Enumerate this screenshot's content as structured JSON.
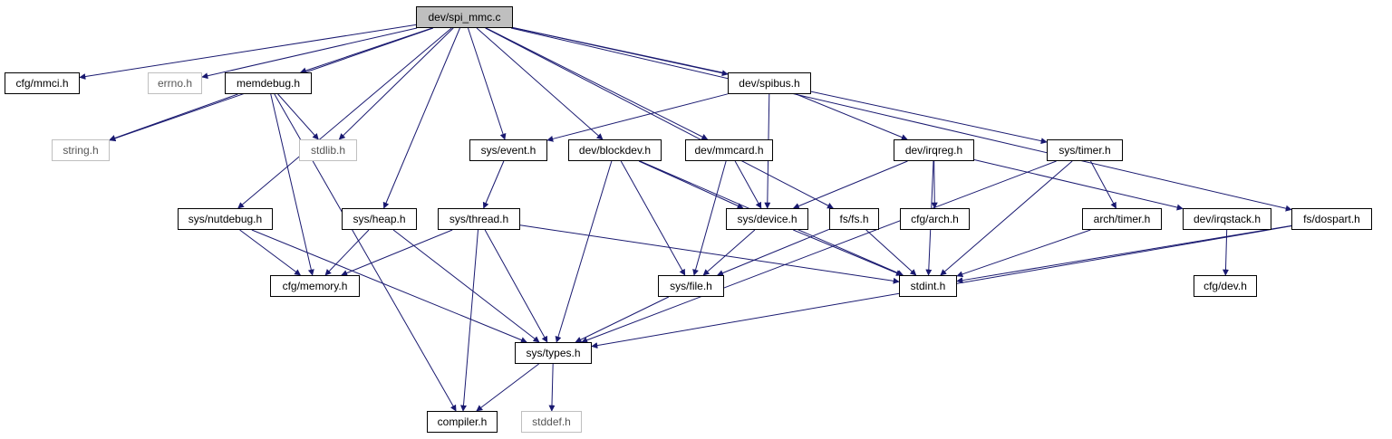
{
  "diagram": {
    "edge_color": "#191970",
    "root_fill": "#bfbfbf",
    "missing_border": "#bfbfbf",
    "nodes": [
      {
        "id": "spi_mmc",
        "label": "dev/spi_mmc.c",
        "kind": "root"
      },
      {
        "id": "cfg_mmci",
        "label": "cfg/mmci.h",
        "kind": "linked"
      },
      {
        "id": "errno",
        "label": "errno.h",
        "kind": "missing"
      },
      {
        "id": "memdebug",
        "label": "memdebug.h",
        "kind": "linked"
      },
      {
        "id": "string",
        "label": "string.h",
        "kind": "missing"
      },
      {
        "id": "stdlib",
        "label": "stdlib.h",
        "kind": "missing"
      },
      {
        "id": "sys_event",
        "label": "sys/event.h",
        "kind": "linked"
      },
      {
        "id": "dev_blockdev",
        "label": "dev/blockdev.h",
        "kind": "linked"
      },
      {
        "id": "dev_mmcard",
        "label": "dev/mmcard.h",
        "kind": "linked"
      },
      {
        "id": "dev_spibus",
        "label": "dev/spibus.h",
        "kind": "linked"
      },
      {
        "id": "dev_irqreg",
        "label": "dev/irqreg.h",
        "kind": "linked"
      },
      {
        "id": "sys_timer",
        "label": "sys/timer.h",
        "kind": "linked"
      },
      {
        "id": "sys_nutdebug",
        "label": "sys/nutdebug.h",
        "kind": "linked"
      },
      {
        "id": "sys_heap",
        "label": "sys/heap.h",
        "kind": "linked"
      },
      {
        "id": "sys_thread",
        "label": "sys/thread.h",
        "kind": "linked"
      },
      {
        "id": "sys_device",
        "label": "sys/device.h",
        "kind": "linked"
      },
      {
        "id": "fs_fs",
        "label": "fs/fs.h",
        "kind": "linked"
      },
      {
        "id": "cfg_arch",
        "label": "cfg/arch.h",
        "kind": "linked"
      },
      {
        "id": "arch_timer",
        "label": "arch/timer.h",
        "kind": "linked"
      },
      {
        "id": "dev_irqstack",
        "label": "dev/irqstack.h",
        "kind": "linked"
      },
      {
        "id": "fs_dospart",
        "label": "fs/dospart.h",
        "kind": "linked"
      },
      {
        "id": "cfg_memory",
        "label": "cfg/memory.h",
        "kind": "linked"
      },
      {
        "id": "sys_file",
        "label": "sys/file.h",
        "kind": "linked"
      },
      {
        "id": "stdint",
        "label": "stdint.h",
        "kind": "linked"
      },
      {
        "id": "cfg_dev",
        "label": "cfg/dev.h",
        "kind": "linked"
      },
      {
        "id": "sys_types",
        "label": "sys/types.h",
        "kind": "linked"
      },
      {
        "id": "compiler",
        "label": "compiler.h",
        "kind": "linked"
      },
      {
        "id": "stddef",
        "label": "stddef.h",
        "kind": "missing"
      }
    ],
    "edges": [
      [
        "spi_mmc",
        "cfg_mmci"
      ],
      [
        "spi_mmc",
        "errno"
      ],
      [
        "spi_mmc",
        "memdebug"
      ],
      [
        "spi_mmc",
        "string"
      ],
      [
        "spi_mmc",
        "stdlib"
      ],
      [
        "spi_mmc",
        "sys_event"
      ],
      [
        "spi_mmc",
        "dev_blockdev"
      ],
      [
        "spi_mmc",
        "dev_mmcard"
      ],
      [
        "spi_mmc",
        "dev_spibus"
      ],
      [
        "spi_mmc",
        "fs_fs"
      ],
      [
        "spi_mmc",
        "sys_timer"
      ],
      [
        "spi_mmc",
        "fs_dospart"
      ],
      [
        "spi_mmc",
        "sys_nutdebug"
      ],
      [
        "spi_mmc",
        "sys_heap"
      ],
      [
        "memdebug",
        "string"
      ],
      [
        "memdebug",
        "stdlib"
      ],
      [
        "memdebug",
        "cfg_memory"
      ],
      [
        "memdebug",
        "compiler"
      ],
      [
        "dev_spibus",
        "sys_event"
      ],
      [
        "dev_spibus",
        "sys_device"
      ],
      [
        "dev_spibus",
        "dev_irqreg"
      ],
      [
        "sys_event",
        "sys_thread"
      ],
      [
        "dev_blockdev",
        "sys_device"
      ],
      [
        "dev_blockdev",
        "sys_file"
      ],
      [
        "dev_blockdev",
        "stdint"
      ],
      [
        "dev_blockdev",
        "sys_types"
      ],
      [
        "dev_mmcard",
        "sys_device"
      ],
      [
        "dev_mmcard",
        "sys_file"
      ],
      [
        "dev_irqreg",
        "sys_device"
      ],
      [
        "dev_irqreg",
        "cfg_arch"
      ],
      [
        "dev_irqreg",
        "stdint"
      ],
      [
        "dev_irqreg",
        "dev_irqstack"
      ],
      [
        "sys_timer",
        "arch_timer"
      ],
      [
        "sys_timer",
        "stdint"
      ],
      [
        "sys_timer",
        "sys_types"
      ],
      [
        "sys_nutdebug",
        "cfg_memory"
      ],
      [
        "sys_nutdebug",
        "sys_types"
      ],
      [
        "sys_heap",
        "cfg_memory"
      ],
      [
        "sys_heap",
        "sys_types"
      ],
      [
        "sys_thread",
        "cfg_memory"
      ],
      [
        "sys_thread",
        "stdint"
      ],
      [
        "sys_thread",
        "sys_types"
      ],
      [
        "sys_thread",
        "compiler"
      ],
      [
        "sys_device",
        "sys_file"
      ],
      [
        "sys_device",
        "stdint"
      ],
      [
        "fs_fs",
        "sys_file"
      ],
      [
        "fs_fs",
        "stdint"
      ],
      [
        "arch_timer",
        "stdint"
      ],
      [
        "dev_irqstack",
        "cfg_dev"
      ],
      [
        "fs_dospart",
        "stdint"
      ],
      [
        "fs_dospart",
        "sys_types"
      ],
      [
        "sys_file",
        "sys_types"
      ],
      [
        "sys_types",
        "compiler"
      ],
      [
        "sys_types",
        "stddef"
      ]
    ]
  }
}
